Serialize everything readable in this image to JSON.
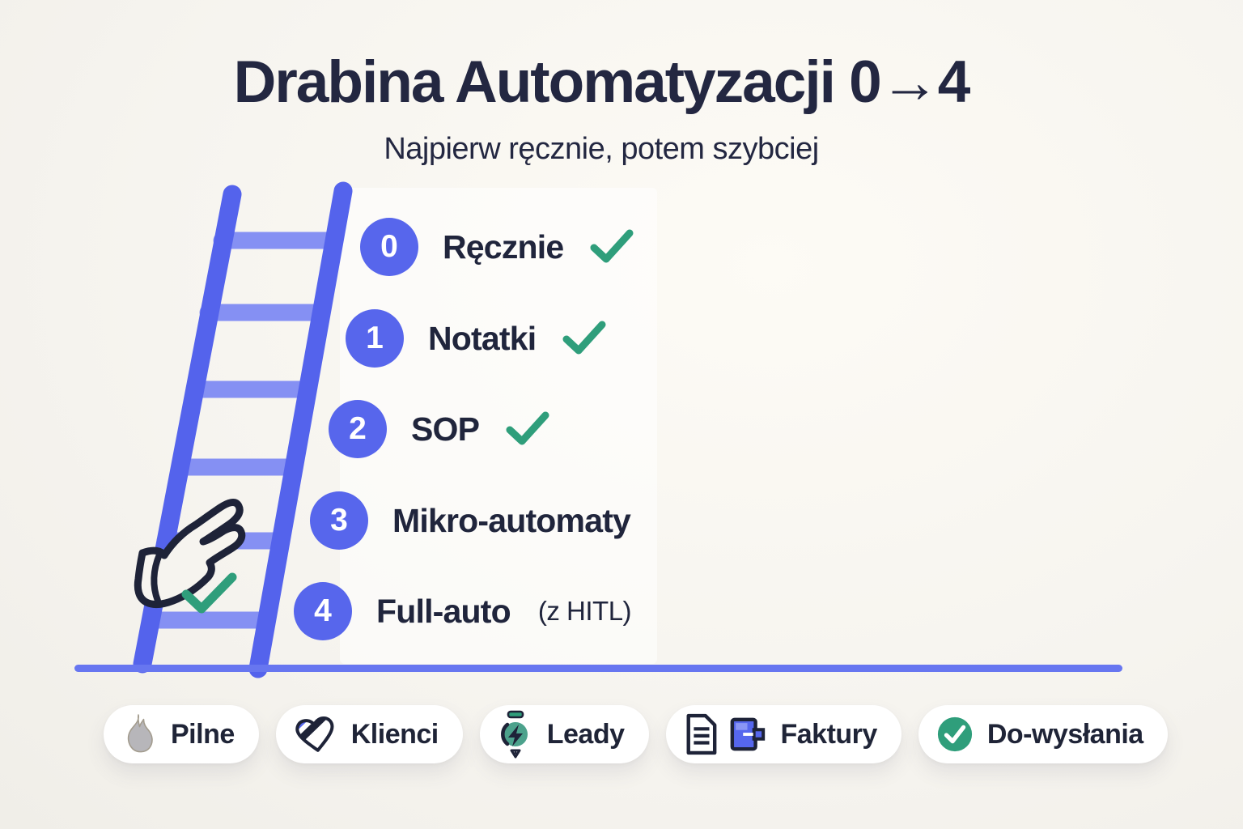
{
  "header": {
    "title": "Drabina Automatyzacji 0→4",
    "subtitle": "Najpierw ręcznie, potem szybciej"
  },
  "steps": [
    {
      "num": "0",
      "label": "Ręcznie",
      "checked": true
    },
    {
      "num": "1",
      "label": "Notatki",
      "checked": true
    },
    {
      "num": "2",
      "label": "SOP",
      "checked": true
    },
    {
      "num": "3",
      "label": "Mikro-automaty",
      "checked": false
    },
    {
      "num": "4",
      "label": "Full-auto",
      "suffix": "(z HITL)",
      "checked": false
    }
  ],
  "tags": [
    {
      "icon": "flame-icon",
      "label": "Pilne"
    },
    {
      "icon": "heart-handshake-icon",
      "label": "Klienci"
    },
    {
      "icon": "lead-magnet-icon",
      "label": "Leady"
    },
    {
      "icon": "document-icon,invoice-icon",
      "label": "Faktury"
    },
    {
      "icon": "check-circle-icon",
      "label": "Do-wysłania"
    }
  ],
  "colors": {
    "background": "#F6F4EF",
    "ink": "#232741",
    "ladder_rail_blue": "#5463EC",
    "ladder_rung_blue": "#8590F3",
    "badge_blue": "#5766EC",
    "check_green": "#2F9E7B",
    "ground_line_blue": "#6776F0",
    "pill_background": "#FFFFFF",
    "flame_gray": "#B7B6BA",
    "invoice_blue": "#5667EE"
  }
}
